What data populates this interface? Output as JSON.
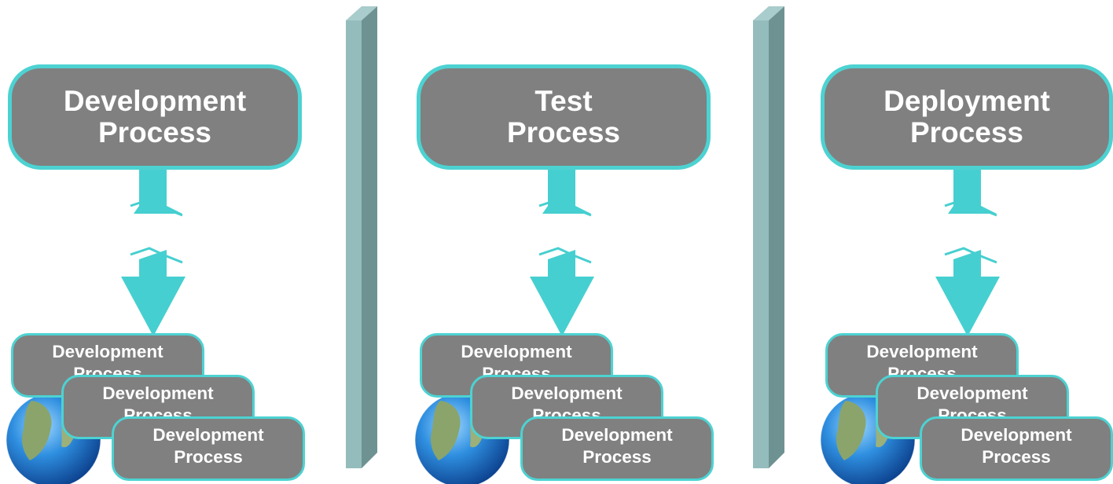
{
  "colors": {
    "box_fill": "#808080",
    "box_border": "#4dd2d2",
    "arrow": "#46cfd0",
    "divider_front": "#95bcbc",
    "divider_side": "#6e9292",
    "text": "#ffffff"
  },
  "columns": [
    {
      "title_line1": "Development",
      "title_line2": "Process",
      "stack": [
        {
          "line1": "Development",
          "line2": "Process"
        },
        {
          "line1": "Development",
          "line2": "Process"
        },
        {
          "line1": "Development",
          "line2": "Process"
        }
      ],
      "globe_icon": "globe-icon"
    },
    {
      "title_line1": "Test",
      "title_line2": "Process",
      "stack": [
        {
          "line1": "Development",
          "line2": "Process"
        },
        {
          "line1": "Development",
          "line2": "Process"
        },
        {
          "line1": "Development",
          "line2": "Process"
        }
      ],
      "globe_icon": "globe-icon"
    },
    {
      "title_line1": "Deployment",
      "title_line2": "Process",
      "stack": [
        {
          "line1": "Development",
          "line2": "Process"
        },
        {
          "line1": "Development",
          "line2": "Process"
        },
        {
          "line1": "Development",
          "line2": "Process"
        }
      ],
      "globe_icon": "globe-icon"
    }
  ]
}
